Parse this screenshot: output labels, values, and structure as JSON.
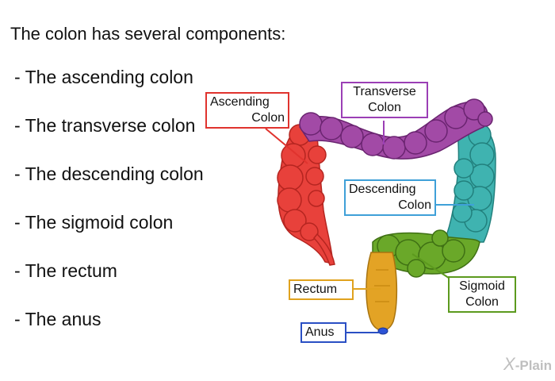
{
  "heading": "The colon has several components:",
  "bullets": [
    "- The ascending colon",
    "- The transverse colon",
    "- The descending colon",
    "- The sigmoid colon",
    "- The rectum",
    "- The anus"
  ],
  "labels": {
    "ascending": {
      "line1": "Ascending",
      "line2": "Colon",
      "color": "#e0332e"
    },
    "transverse": {
      "line1": "Transverse",
      "line2": "Colon",
      "color": "#9b3fb5"
    },
    "descending": {
      "line1": "Descending",
      "line2": "Colon",
      "color": "#3fa0d8"
    },
    "sigmoid": {
      "line1": "Sigmoid",
      "line2": "Colon",
      "color": "#5c9a1e"
    },
    "rectum": {
      "text": "Rectum",
      "color": "#e0a21e"
    },
    "anus": {
      "text": "Anus",
      "color": "#2a4fc4"
    }
  },
  "colors": {
    "ascending": "#e8413b",
    "transverse": "#a24aa6",
    "descending": "#3fb3b0",
    "sigmoid": "#6aa829",
    "rectum": "#e3a325",
    "anus": "#2c53d6"
  },
  "logo": {
    "mark": "X",
    "text": "-Plain"
  }
}
